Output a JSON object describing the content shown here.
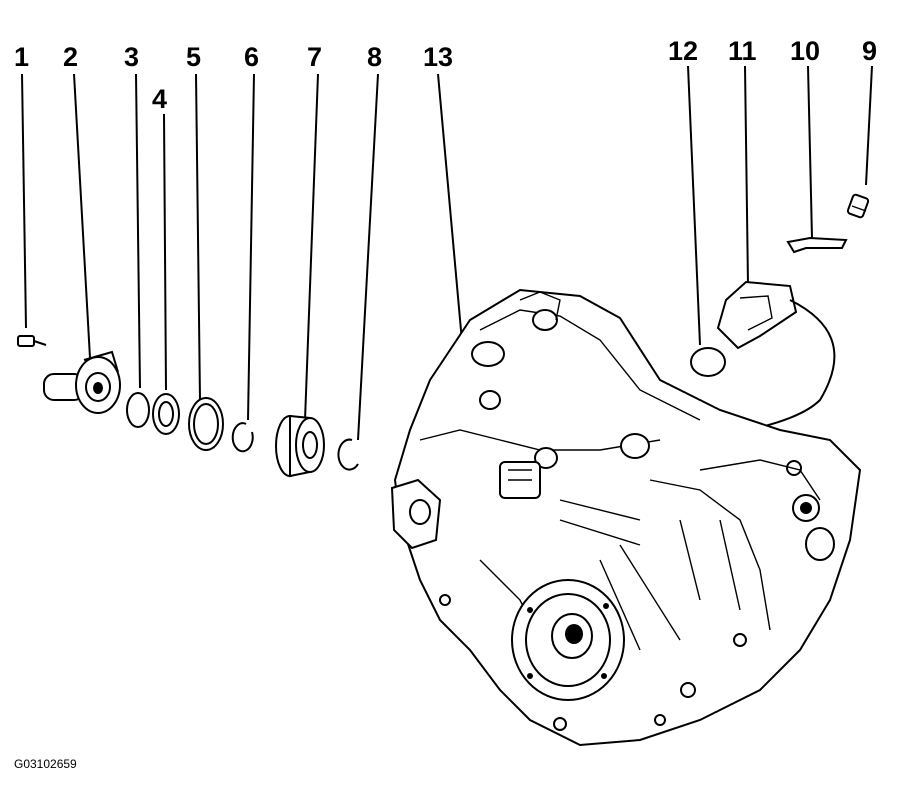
{
  "diagram": {
    "callouts": {
      "n1": "1",
      "n2": "2",
      "n3": "3",
      "n4": "4",
      "n5": "5",
      "n6": "6",
      "n7": "7",
      "n8": "8",
      "n9": "9",
      "n10": "10",
      "n11": "11",
      "n12": "12",
      "n13": "13"
    },
    "figure_code": "G03102659"
  }
}
